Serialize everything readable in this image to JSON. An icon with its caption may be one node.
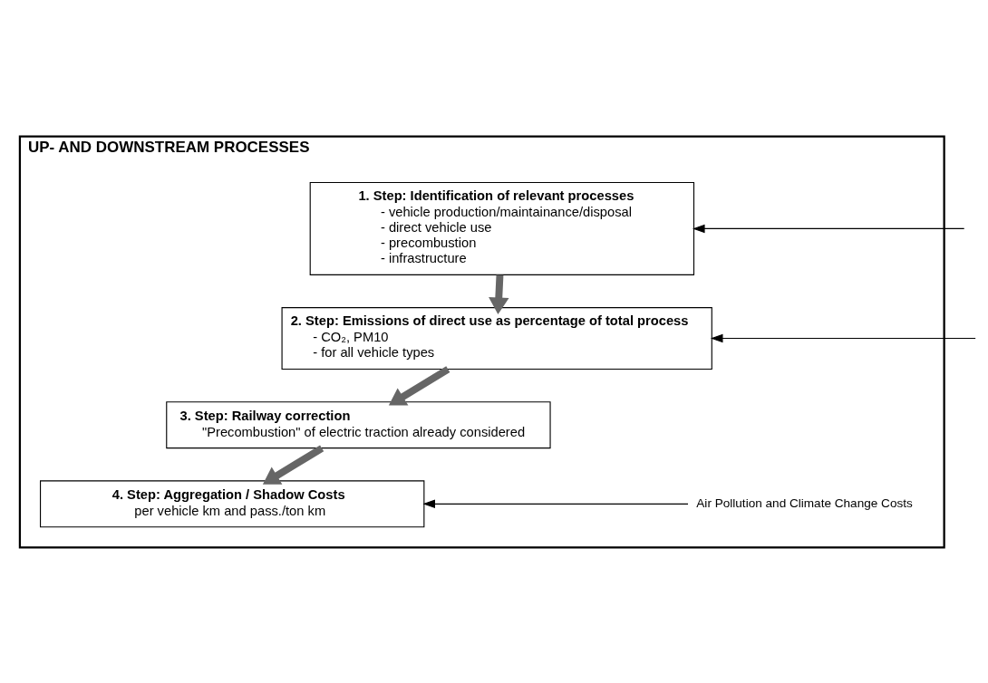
{
  "diagram": {
    "nodes": [
      {
        "text": [
          "UP- AND DOWNSTREAM PROCESSES"
        ]
      },
      {
        "text": [
          "1. Step: Identification of relevant processes",
          "- vehicle production/maintainance/disposal",
          "- direct vehicle use",
          "- precombustion",
          "- infrastructure"
        ],
        "in": 0
      },
      {
        "text": [
          "2. Step: Emissions of direct use as percentage of total process",
          "- CO₂, PM10",
          "- for all vehicle types"
        ],
        "in": 0
      },
      {
        "text": [
          "3. Step: Railway correction",
          "\"Precombustion\" of electric traction already considered"
        ],
        "in": 0
      },
      {
        "text": [
          "4. Step: Aggregation / Shadow Costs",
          "per vehicle km and pass./ton km"
        ],
        "in": 0
      },
      {
        "text": [
          "Air Pollution and Climate Change Costs"
        ],
        "in": 0
      }
    ],
    "edges": [
      {
        "from": null,
        "to": 1,
        "arrow": "to"
      },
      {
        "from": 1,
        "to": 2,
        "arrow": "to",
        "style": "thick",
        "color": "#666666"
      },
      {
        "from": null,
        "to": 2,
        "arrow": "to"
      },
      {
        "from": 2,
        "to": 3,
        "arrow": "to",
        "style": "thick",
        "color": "#666666"
      },
      {
        "from": 3,
        "to": 4,
        "arrow": "to",
        "style": "thick",
        "color": "#666666"
      },
      {
        "from": 5,
        "to": 4,
        "arrow": "to"
      }
    ]
  }
}
